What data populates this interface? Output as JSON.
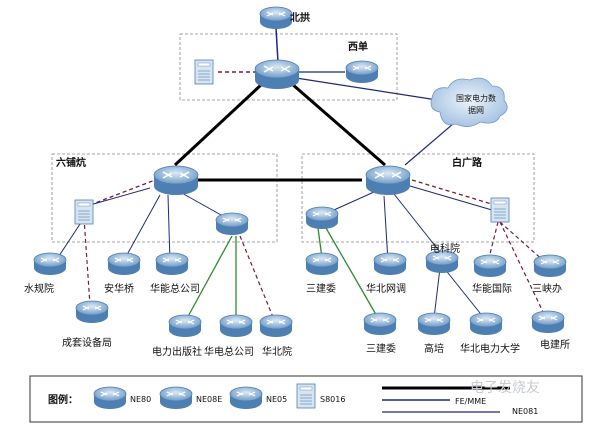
{
  "sites": {
    "top": "北拱",
    "xidan": "西单",
    "liupukang": "六铺炕",
    "baiguanglu": "白广路"
  },
  "cloud_label_line1": "国家电力数",
  "cloud_label_line2": "据网",
  "nodes": {
    "shuiliyuan": "水规院",
    "anhuaqiao": "安华桥",
    "huadianzong_left": "华能总公司",
    "chengtao": "成套设备局",
    "dianlichubanshe": "电力出版社",
    "huadianzong_mid": "华电总公司",
    "huabeiyuan": "华北院",
    "sanjianwei1": "三建委",
    "huabeiwangtiao": "华北网调",
    "dianke": "电科院",
    "huanengguoji": "华能国际",
    "sanxiaban": "三峡办",
    "sanjianwei2": "三建委",
    "gaopei": "高培",
    "huabeidianlidaxue": "华北电力大学",
    "dianjiansuo": "电建所"
  },
  "legend": {
    "title": "图例：",
    "items": [
      "NE80",
      "NE08E",
      "NE05",
      "S8016"
    ],
    "line_label": "FE/MME",
    "line_label2": "NE081"
  },
  "watermark": "电子发烧友",
  "colors": {
    "router_blue": "#8fb3d9",
    "router_dark": "#4d7fb3",
    "line_black": "#000000",
    "line_navy": "#1e2a78",
    "line_green": "#2e8b2e",
    "line_dashed": "#7a1a3a",
    "box_border": "#888888"
  }
}
